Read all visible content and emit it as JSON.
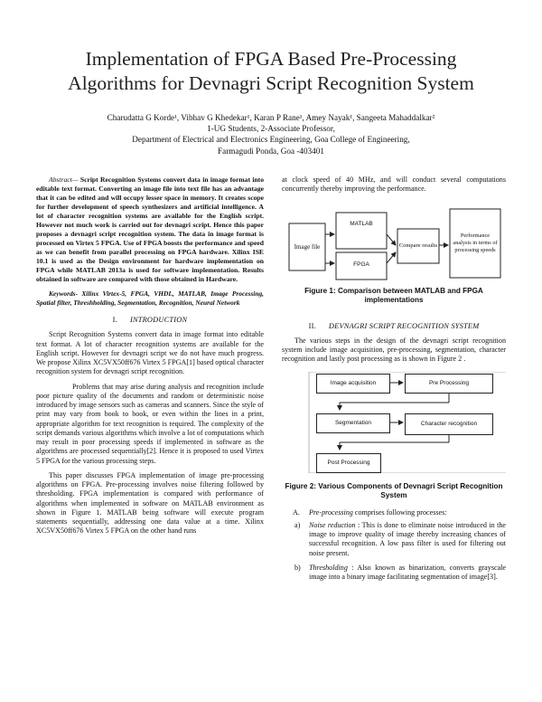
{
  "paper": {
    "title_line1": "Implementation of FPGA Based Pre-Processing",
    "title_line2": "Algorithms for Devnagri Script Recognition System",
    "authors": "Charudatta G Korde¹, Vibhav G Khedekar¹, Karan P Rane¹, Amey Nayak¹, Sangeeta Mahaddalkar²",
    "affil_1": "1-UG Students, 2-Associate Professor,",
    "affil_2": "Department of Electrical and Electronics Engineering, Goa College of Engineering,",
    "affil_3": "Farmagudi Ponda, Goa -403401"
  },
  "abstract": {
    "lead": "Abstract—",
    "body": " Script Recognition Systems convert data in image format into editable text format. Converting an image file into text file has an advantage that it can be edited and will occupy lesser space in memory. It creates scope for further development of speech synthesizers and artificial intelligence. A lot of character recognition systems are available for the English script. However not much work is carried out for devnagri script. Hence this paper proposes a devnagri script recognition system. The data in image format is processed on Virtex 5 FPGA. Use of FPGA boosts the performance and speed as we can benefit from parallel processing on FPGA hardware. Xilinx ISE 10.1 is used as the Design environment for hardware implementation on FPGA while MATLAB 2013a is used for software implementation. Results obtained in software are compared with those obtained in Hardware.",
    "keywords": "Keywords- Xilinx Virtex-5, FPGA, VHDL, MATLAB, Image Processing, Spatial filter, Threshholding, Segmentation, Recognition, Neural Network"
  },
  "sections": {
    "s1_num": "I.",
    "s1_title": "INTRODUCTION",
    "s1_p1": "Script Recognition Systems convert data in image format into editable text format. A lot of character recognition systems are available for the English script. However for devnagri script we do not have much progress. We propose Xilinx XC5VX50ff676 Virtex 5 FPGA[1] based optical character recognition system for devnagri script recognition.",
    "s1_p2": "Problems that may arise during analysis and recognition include poor picture quality of the documents and random or deterministic noise introduced by image sensors such as cameras and scanners. Since the style of print may vary from book to book, or even within the lines in a print, appropriate algorithm for text recognition is required. The complexity of the script demands various algorithms which involve a lot of computations which may result in poor processing speeds if implemented in software as the algorithms are processed sequentially[2]. Hence it is proposed to used Virtex 5 FPGA for the various processing steps.",
    "s1_p3": "This paper discusses FPGA implementation of image pre-processing algorithms on FPGA. Pre-processing involves noise filtering followed by thresholding. FPGA implementation is compared with performance of algorithms when implemented in software on MATLAB environment as shown in Figure 1. MATLAB being software will execute program statements sequentially, addressing one data value at a time. Xilinx XC5VX50ff676 Virtex 5 FPGA on the other hand runs",
    "s1_p4": "at clock speed of 40 MHz, and will conduct several computations concurrently thereby improving the performance.",
    "s2_num": "II.",
    "s2_title": "DEVNAGRI SCRIPT RECOGNITION SYSTEM",
    "s2_p1": "The various steps in the design of the devnagri script recognition system include image acquisition, pre-processing, segmentation, character recognition and lastly post processing as is shown in Figure 2 .",
    "itemA_label": "A.",
    "itemA_term": "Pre-processing",
    "itemA_text": " comprises following processes:",
    "itemA_a_label": "a)",
    "itemA_a_term": "Noise reduction",
    "itemA_a_text": " : This is done to eliminate noise introduced in the image to improve quality of image thereby increasing chances of successful recognition. A low pass filter is used for filtering out noise present.",
    "itemA_b_label": "b)",
    "itemA_b_term": "Thresholding",
    "itemA_b_text": " : Also known as binarization, converts grayscale image into a binary image facilitating segmentation of image[3]."
  },
  "figure1": {
    "caption": "Figure 1: Comparison between MATLAB and FPGA implementations",
    "box_image": "Image file",
    "box_matlab": "MATLAB",
    "box_fpga": "FPGA",
    "box_compare": "Compare results",
    "box_perf": "Performance analysis in terms of processing speeds"
  },
  "figure2": {
    "caption": "Figure 2: Various Components of Devnagri Script Recognition System",
    "box_acq": "Image acquisition",
    "box_pre": "Pre Processing",
    "box_seg": "Segmentation",
    "box_char": "Character recognition",
    "box_post": "Post Processing"
  }
}
